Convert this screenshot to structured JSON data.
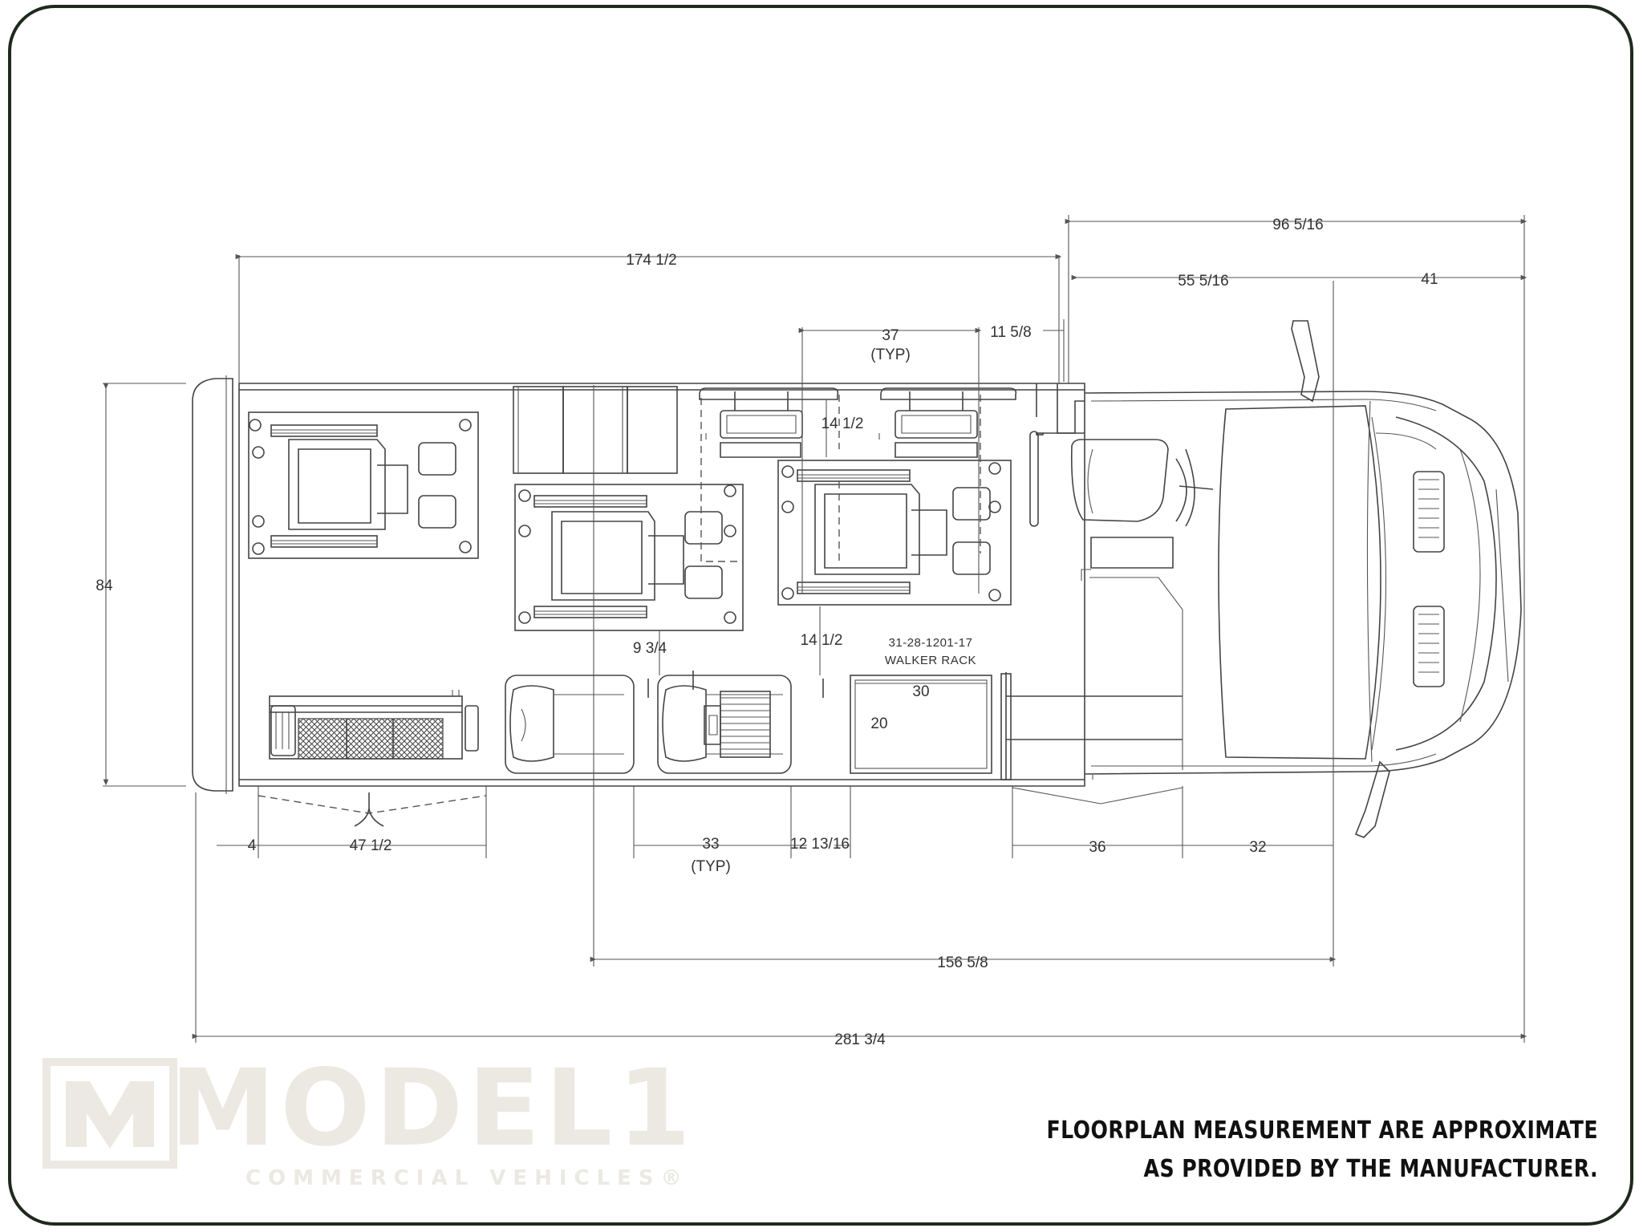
{
  "dimensions": {
    "overall_length": "281 3/4",
    "interior_length": "174 1/2",
    "front_section": "96 5/16",
    "cab_length": "55 5/16",
    "front_overhang": "41",
    "seat_pitch_top": "37",
    "seat_pitch_top_note": "(TYP)",
    "partition_offset": "11 5/8",
    "aisle_upper": "14 1/2",
    "aisle_lower": "14 1/2",
    "seat_gap": "9 3/4",
    "width": "84",
    "rear_margin": "4",
    "lift_width": "47 1/2",
    "seat_pitch_bottom": "33",
    "seat_pitch_bottom_note": "(TYP)",
    "rack_gap": "12 13/16",
    "door_width": "36",
    "front_axle_offset": "32",
    "wheelbase_ref": "156 5/8",
    "rack_width": "30",
    "rack_depth": "20"
  },
  "labels": {
    "rack_part_number": "31-28-1201-17",
    "rack_name": "WALKER RACK"
  },
  "disclaimer": {
    "line1": "FLOORPLAN MEASUREMENT ARE APPROXIMATE",
    "line2": "AS PROVIDED BY THE MANUFACTURER."
  },
  "logo": {
    "mark": "M",
    "word": "MODEL1",
    "tagline": "COMMERCIAL VEHICLES®"
  }
}
